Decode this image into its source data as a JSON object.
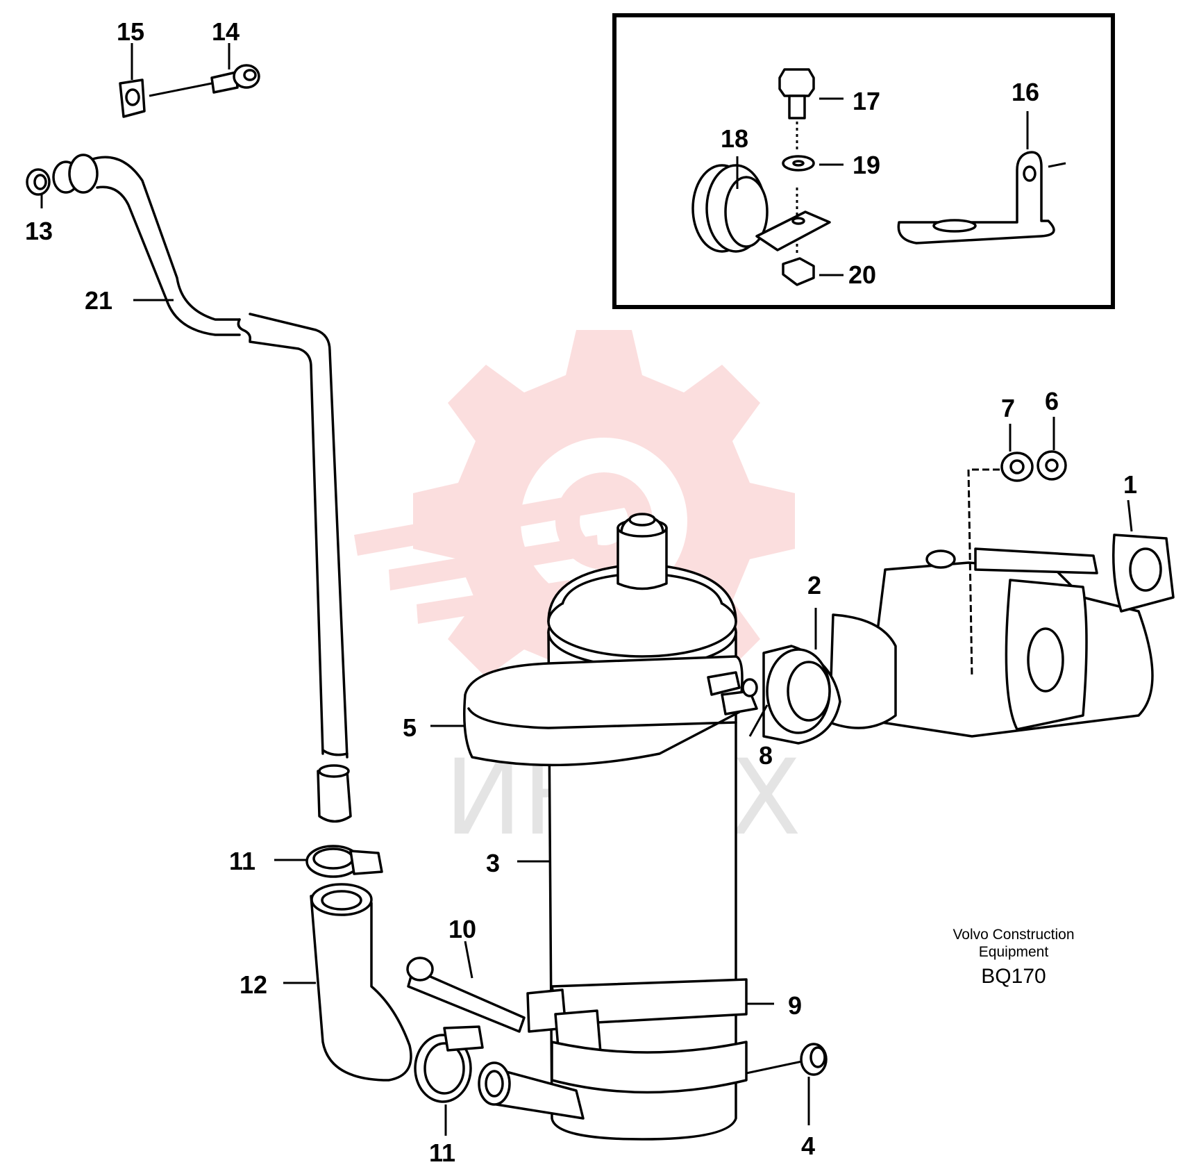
{
  "callouts": {
    "c1": "1",
    "c2": "2",
    "c3": "3",
    "c4": "4",
    "c5": "5",
    "c6": "6",
    "c7": "7",
    "c8": "8",
    "c9": "9",
    "c10": "10",
    "c11a": "11",
    "c11b": "11",
    "c12": "12",
    "c13": "13",
    "c14": "14",
    "c15": "15",
    "c16": "16",
    "c17": "17",
    "c18": "18",
    "c19": "19",
    "c20": "20",
    "c21": "21"
  },
  "reference": {
    "line1": "Volvo Construction",
    "line2": "Equipment",
    "code": "BQ170"
  },
  "watermark": {
    "text": "ИНТЕХ",
    "color": "#e83a3a"
  },
  "colors": {
    "line": "#000000",
    "background": "#ffffff"
  }
}
